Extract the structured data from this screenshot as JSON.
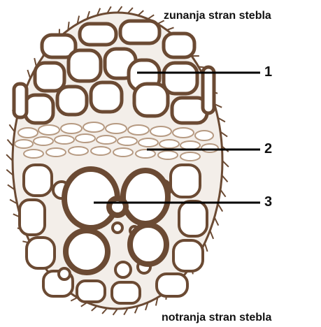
{
  "labels": {
    "outer_side": "zunanja stran stebla",
    "inner_side": "notranja stran stebla",
    "callout_1": "1",
    "callout_2": "2",
    "callout_3": "3"
  },
  "colors": {
    "cell_wall": "#6b4a33",
    "cell_wall_light": "#b69a82",
    "cell_fill": "#ffffff",
    "leader_line": "#000000"
  },
  "icons": {
    "section": "stem-cross-section-drawing"
  }
}
